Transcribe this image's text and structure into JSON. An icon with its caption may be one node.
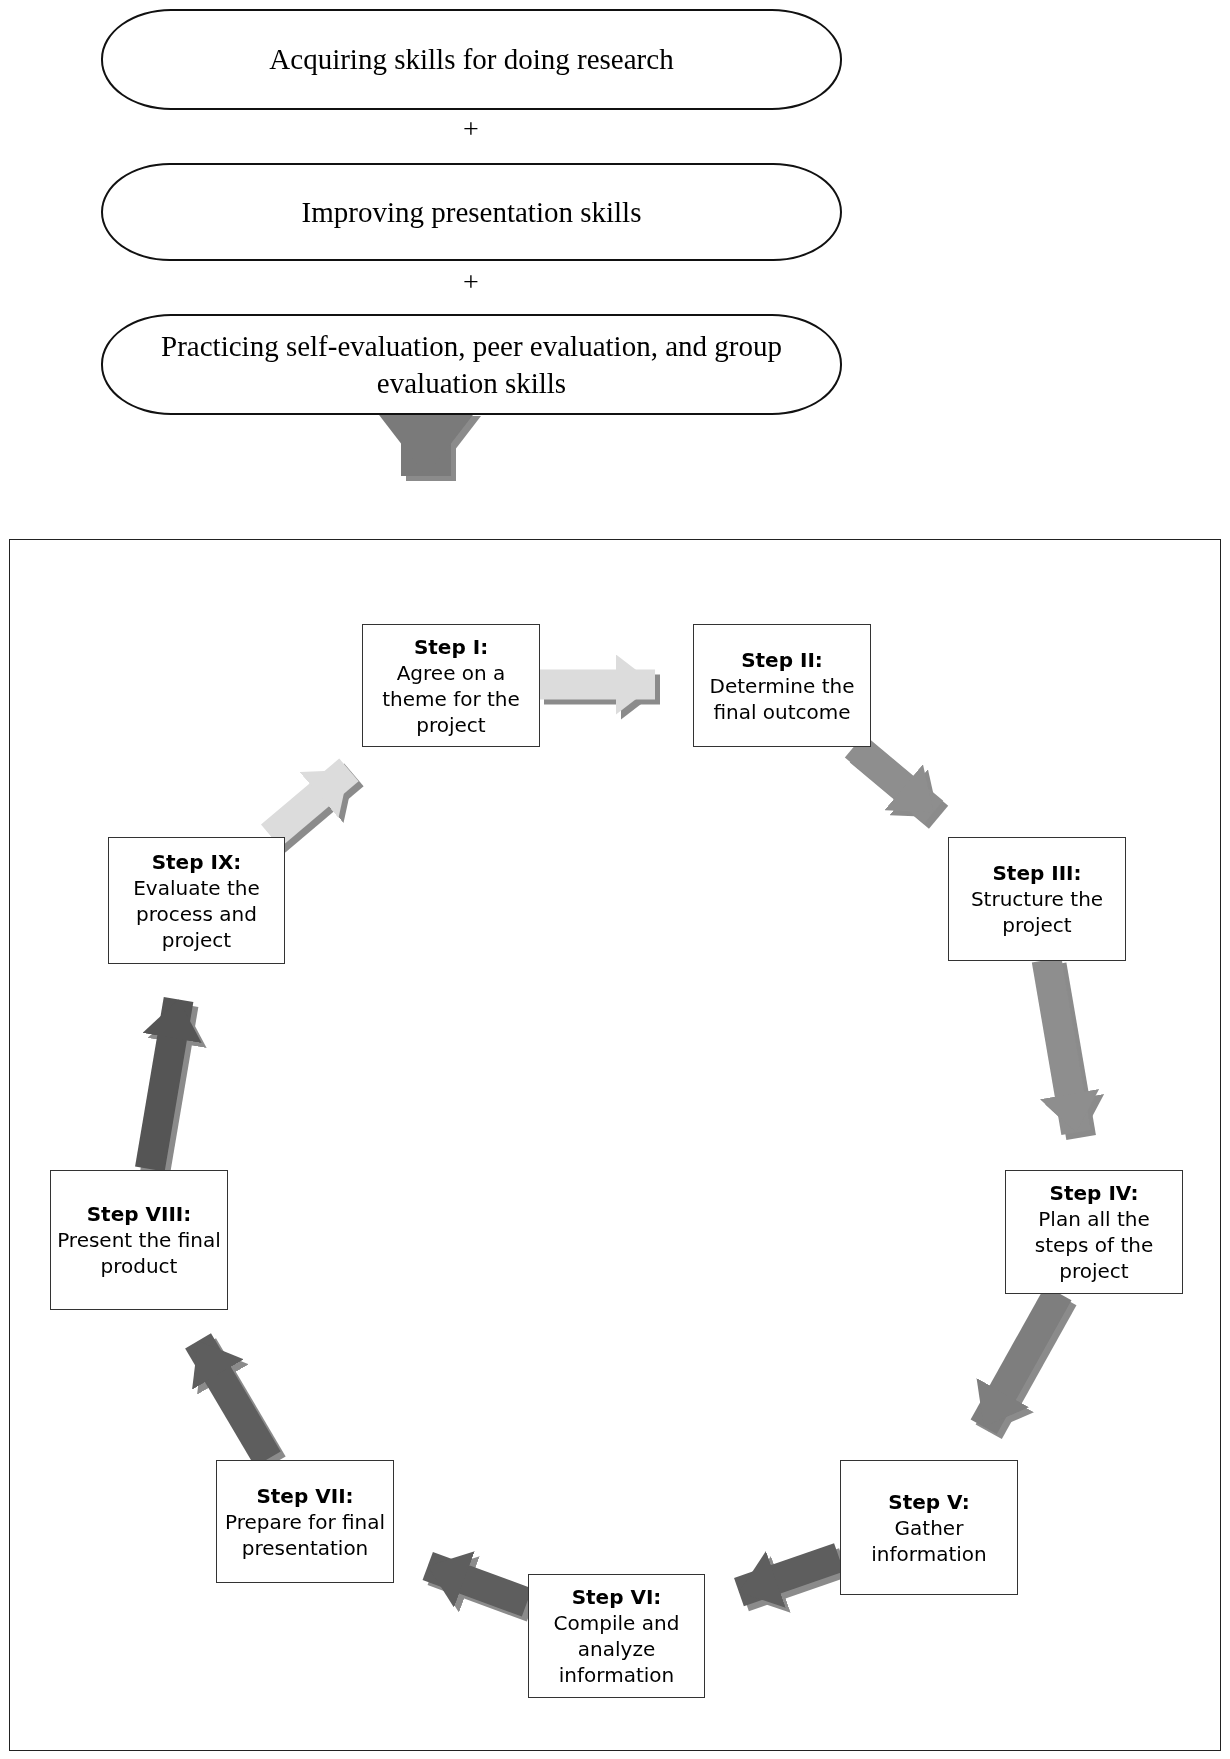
{
  "diagram": {
    "nodes": [
      {
        "text": [
          "Acquiring skills for doing research"
        ]
      },
      {
        "text": [
          "Improving presentation skills"
        ]
      },
      {
        "text": [
          "Practicing self-evaluation, peer evaluation, and group evaluation skills"
        ]
      },
      {
        "text": [],
        "shape": "box"
      },
      {
        "text": [
          "Step I:",
          "Agree on a theme for the project"
        ],
        "in": 3
      },
      {
        "text": [
          "Step II:",
          "Determine the final outcome"
        ],
        "in": 3
      },
      {
        "text": [
          "Step III:",
          "Structure the project"
        ],
        "in": 3
      },
      {
        "text": [
          "Step IV:",
          "Plan all the steps of the project"
        ],
        "in": 3
      },
      {
        "text": [
          "Step V:",
          "Gather information"
        ],
        "in": 3
      },
      {
        "text": [
          "Step VI:",
          "Compile and analyze information"
        ],
        "in": 3
      },
      {
        "text": [
          "Step VII:",
          "Prepare for final presentation"
        ],
        "in": 3
      },
      {
        "text": [
          "Step VIII:",
          "Present the final product"
        ],
        "in": 3
      },
      {
        "text": [
          "Step IX:",
          "Evaluate the process and project"
        ],
        "in": 3
      }
    ],
    "edges": [
      {
        "from": 2,
        "to": 3,
        "arrow": "to",
        "color": "#7a7a7a"
      },
      {
        "from": 4,
        "to": 5,
        "arrow": "to",
        "color": "#dcdcdc"
      },
      {
        "from": 5,
        "to": 6,
        "arrow": "to",
        "color": "#8e8e8e"
      },
      {
        "from": 6,
        "to": 7,
        "arrow": "to",
        "color": "#8e8e8e"
      },
      {
        "from": 7,
        "to": 8,
        "arrow": "to",
        "color": "#7e7e7e"
      },
      {
        "from": 8,
        "to": 9,
        "arrow": "to",
        "color": "#5e5e5e"
      },
      {
        "from": 9,
        "to": 10,
        "arrow": "to",
        "color": "#5e5e5e"
      },
      {
        "from": 10,
        "to": 11,
        "arrow": "to",
        "color": "#5e5e5e"
      },
      {
        "from": 11,
        "to": 12,
        "arrow": "to",
        "color": "#555555"
      },
      {
        "from": 12,
        "to": 4,
        "arrow": "to",
        "color": "#dcdcdc"
      }
    ],
    "labels": [
      "+",
      "+"
    ]
  }
}
